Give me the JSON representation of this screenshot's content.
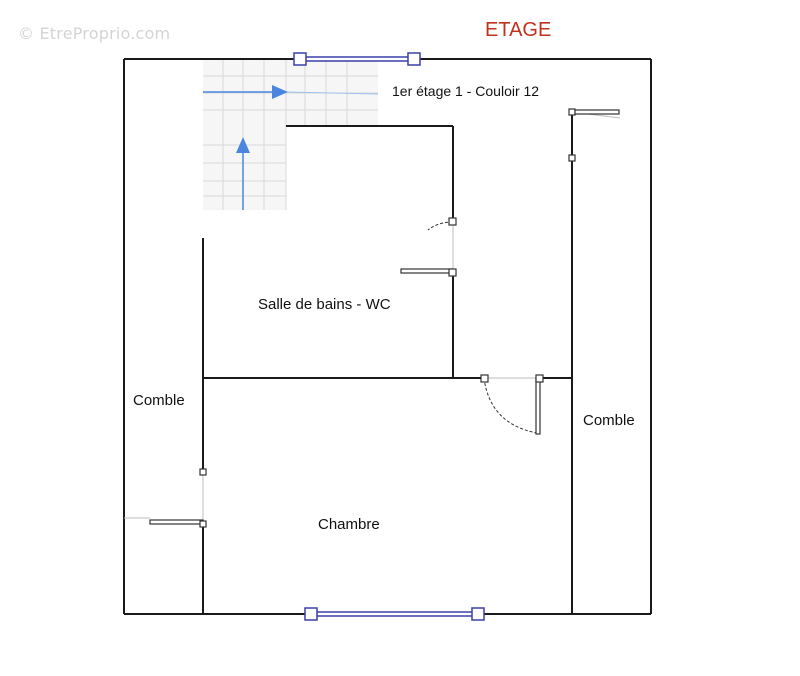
{
  "watermark": "© EtreProprio.com",
  "title": "ETAGE",
  "rooms": {
    "couloir": "1er étage 1 - Couloir  12",
    "salle_de_bains": "Salle de bains - WC",
    "comble_left": "Comble",
    "comble_right": "Comble",
    "chambre": "Chambre"
  },
  "colors": {
    "title": "#c0321e",
    "wall": "#1a1a1a",
    "window": "#3b3fa8",
    "stair_arrow": "#4a86e0",
    "stair_grid": "#d8d8d8",
    "door": "#333333"
  }
}
